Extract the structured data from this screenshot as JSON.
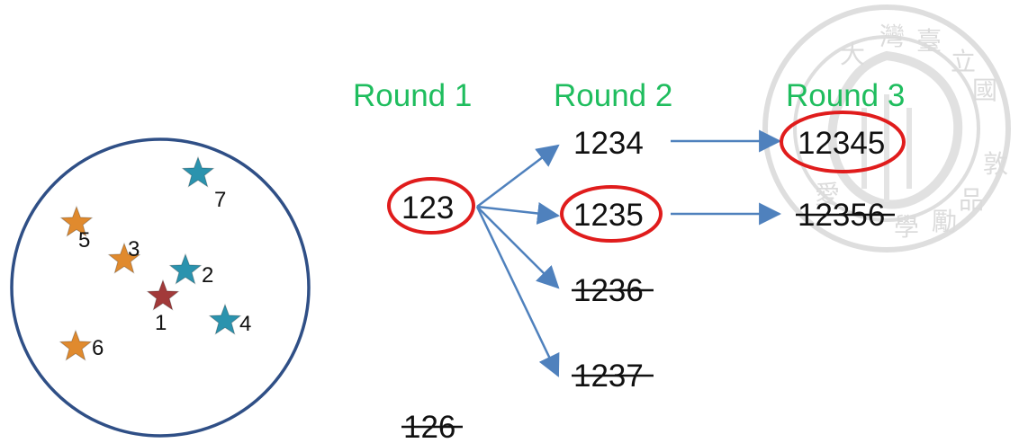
{
  "colors": {
    "round": "#1fbd5e",
    "circle": "#2f4f86",
    "arrow": "#4f81bd",
    "highlight": "#e01c1c",
    "star_orange": "#e08a2e",
    "star_teal": "#2b93ae",
    "star_red": "#a23a3a",
    "seal": "#d4d4d4"
  },
  "stars": [
    {
      "label": "7",
      "color": "teal"
    },
    {
      "label": "5",
      "color": "orange"
    },
    {
      "label": "3",
      "color": "orange"
    },
    {
      "label": "2",
      "color": "teal"
    },
    {
      "label": "1",
      "color": "red"
    },
    {
      "label": "4",
      "color": "teal"
    },
    {
      "label": "6",
      "color": "orange"
    }
  ],
  "rounds": [
    "Round 1",
    "Round 2",
    "Round 3"
  ],
  "nodes": {
    "r1": {
      "text": "123",
      "selected": true
    },
    "r1_pruned": {
      "text": "126",
      "struck": true
    },
    "r2": [
      {
        "text": "1234",
        "selected": false,
        "struck": false
      },
      {
        "text": "1235",
        "selected": true,
        "struck": false
      },
      {
        "text": "1236",
        "selected": false,
        "struck": true
      },
      {
        "text": "1237",
        "selected": false,
        "struck": true
      }
    ],
    "r3": [
      {
        "text": "12345",
        "selected": true,
        "struck": false
      },
      {
        "text": "12356",
        "selected": false,
        "struck": true
      }
    ]
  },
  "seal": {
    "characters": [
      "大",
      "灣",
      "臺",
      "立",
      "國",
      "敦",
      "品",
      "勵",
      "學",
      "愛"
    ]
  }
}
